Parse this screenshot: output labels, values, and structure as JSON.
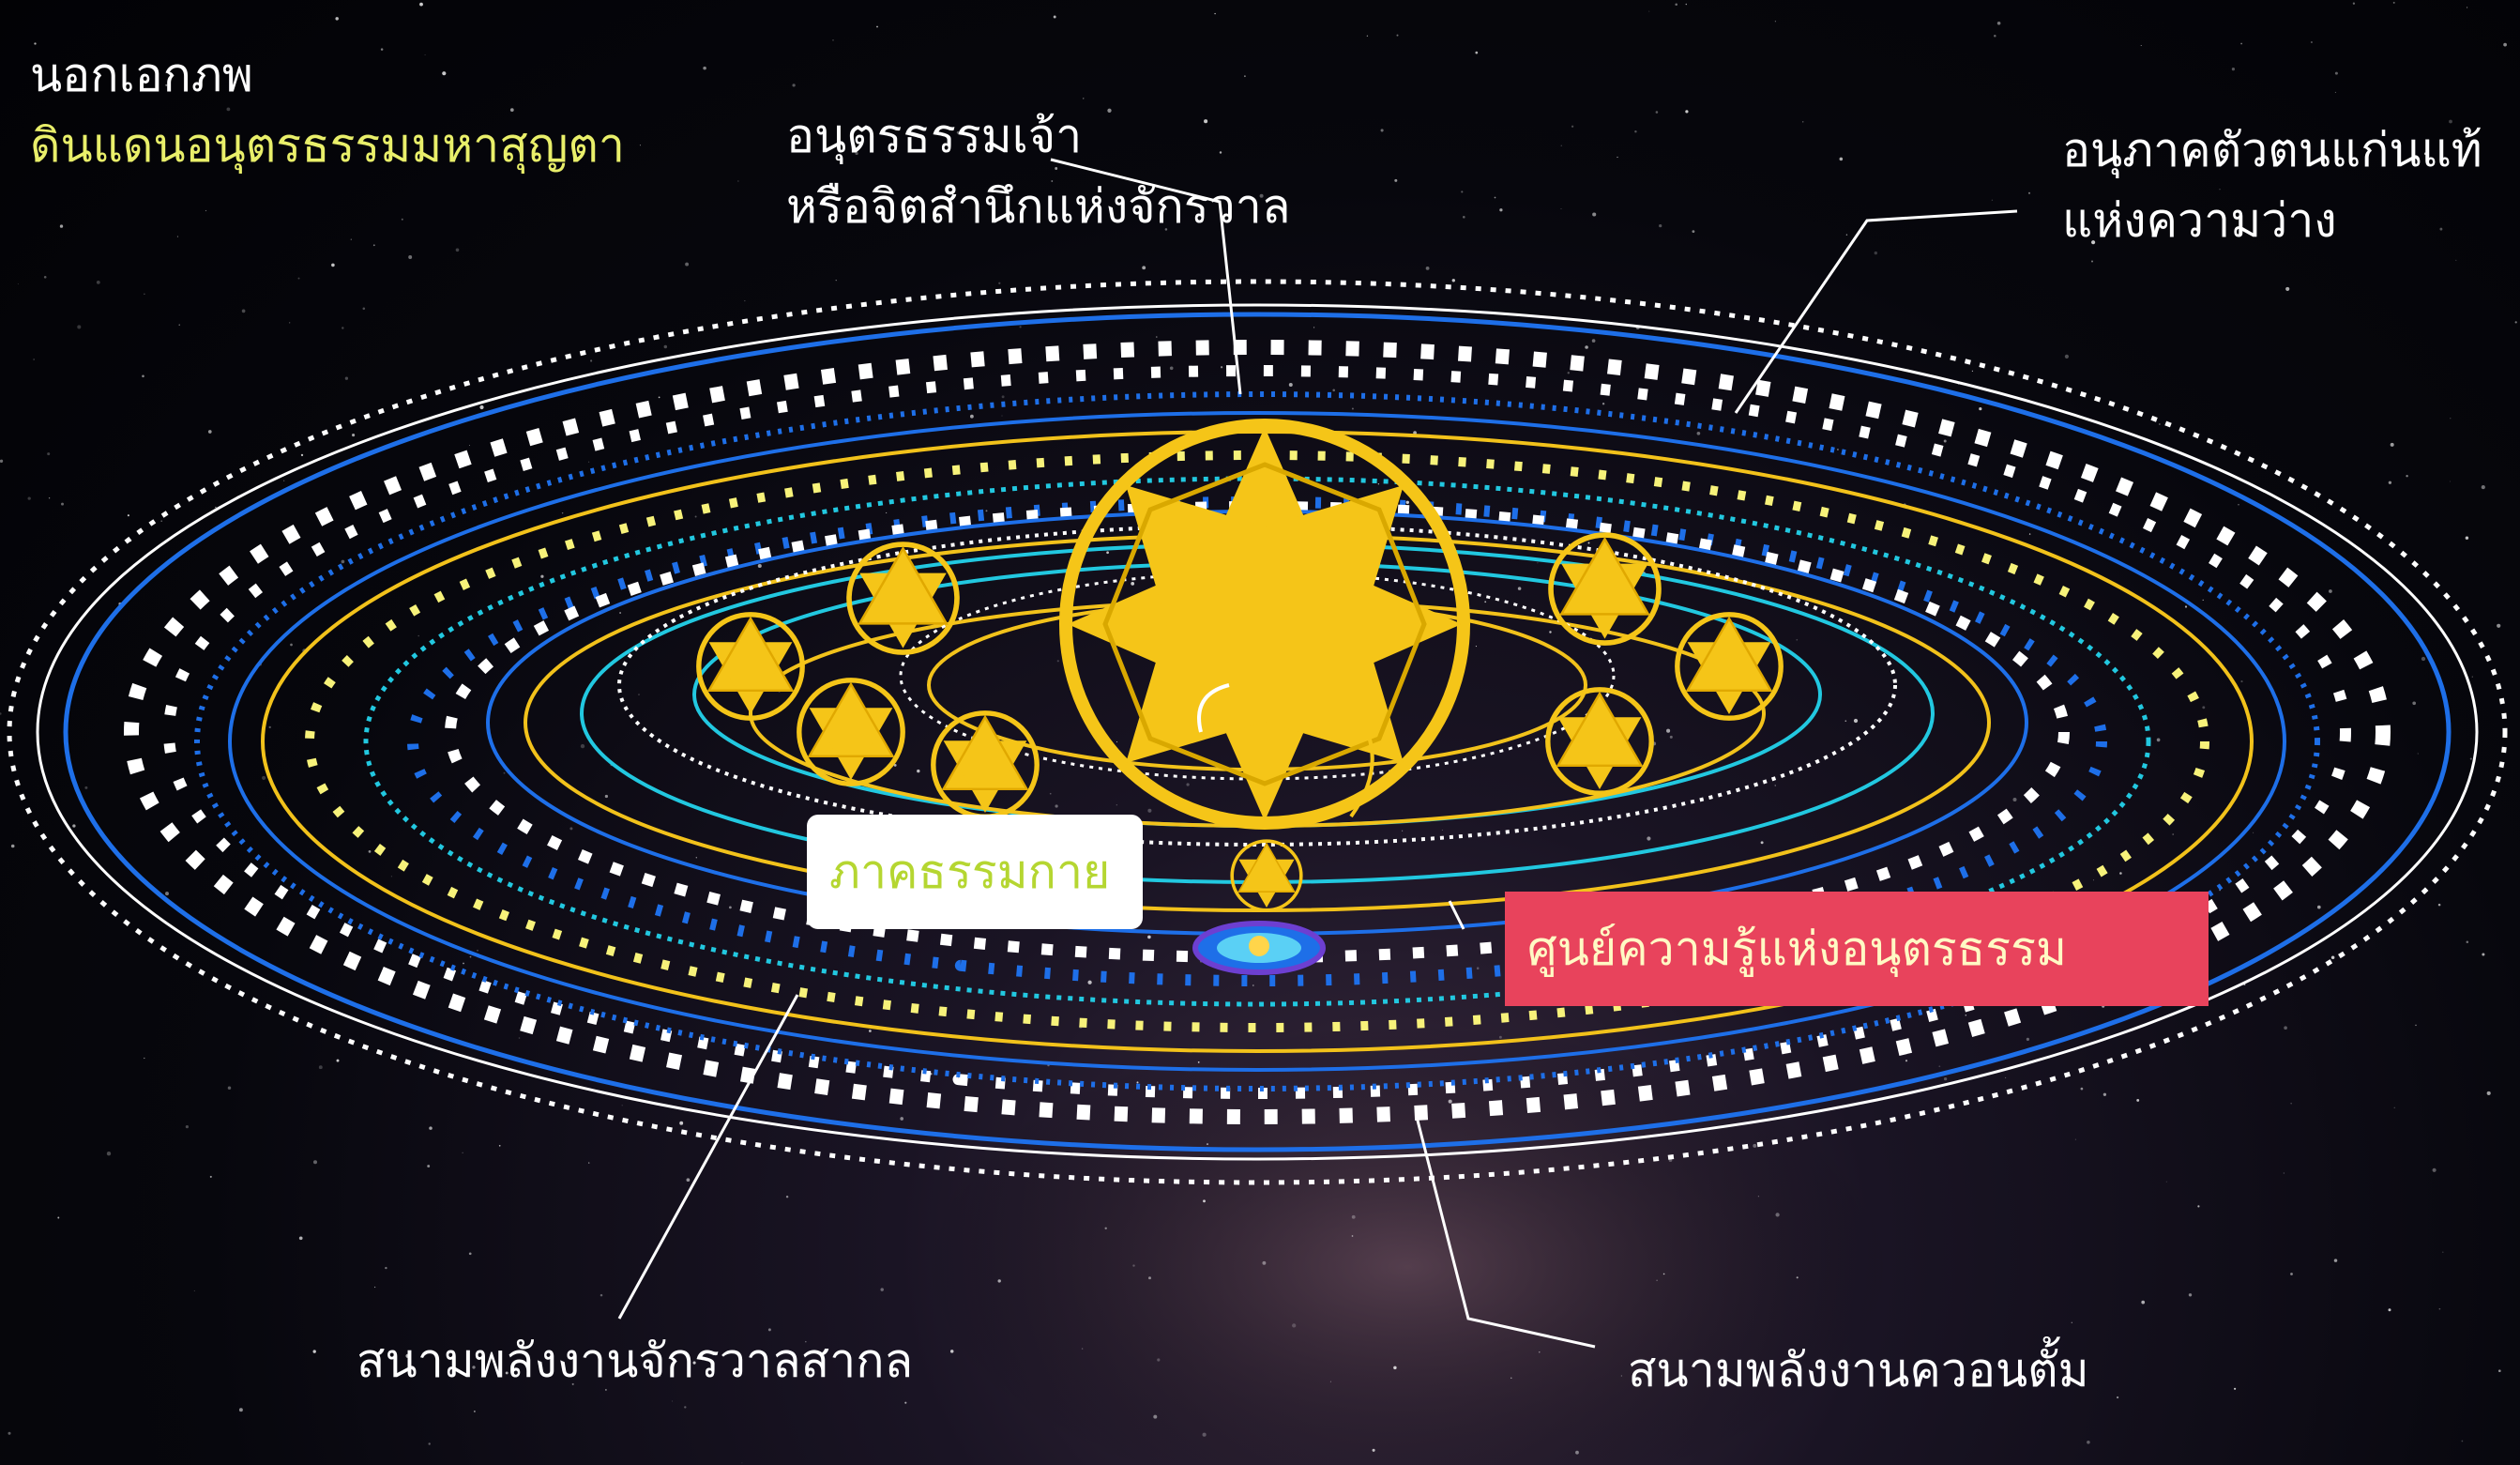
{
  "labels": {
    "top_left_line1": "นอกเอกภพ",
    "top_left_line2": "ดินแดนอนุตรธรรมมหาสุญตา",
    "top_center_line1": "อนุตรธรรมเจ้า",
    "top_center_line2": "หรือจิตสำนึกแห่งจักรวาล",
    "top_right_line1": "อนุภาคตัวตนแก่นแท้",
    "top_right_line2": "แห่งความว่าง",
    "box_dhammakaya": "ภาคธรรมกาย",
    "box_knowledge_center": "ศูนย์ความรู้แห่งอนุตรธรรม",
    "bottom_left": "สนามพลังงานจักรวาลสากล",
    "bottom_right": "สนามพลังงานควอนตั้ม"
  },
  "colors": {
    "background": "#05050a",
    "star_gold": "#f5c518",
    "ring_blue": "#1e6fe8",
    "ring_cyan": "#22c8e0",
    "ring_yellow": "#f2c21b",
    "ring_white": "#ffffff",
    "label_yellow": "#e9ef6a",
    "box_red": "#e8435c",
    "box_white": "#ffffff",
    "box_green_text": "#b5d631"
  },
  "icons": {
    "central_star": "eight-pointed-star-icon",
    "small_stars": "star-of-david-icon",
    "core_dot": "flame-dot-icon"
  }
}
